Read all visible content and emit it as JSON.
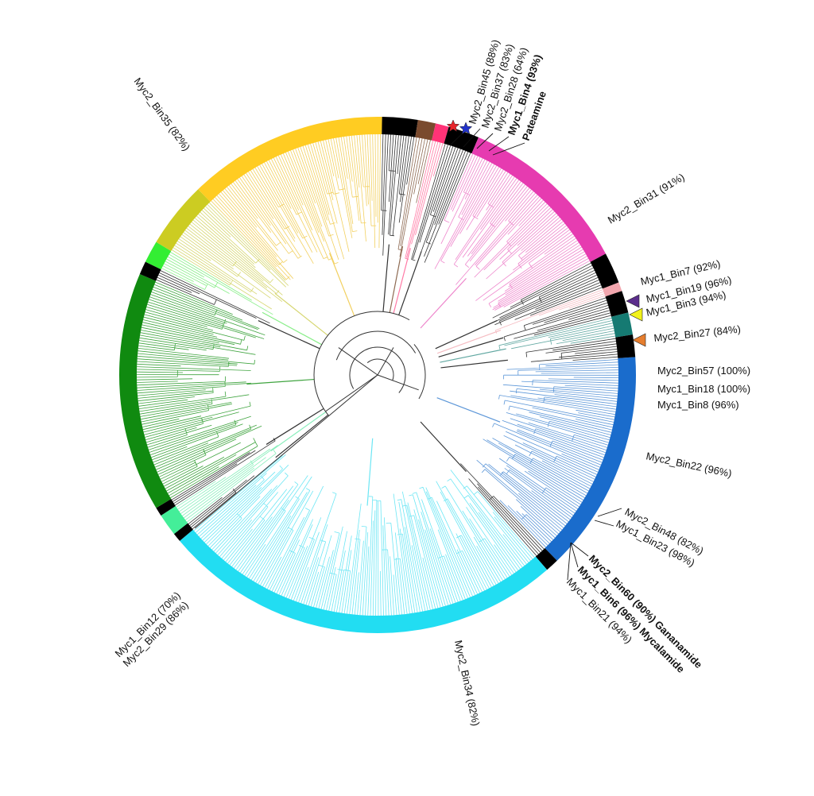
{
  "clades": [
    {
      "id": "gold",
      "color": "#FFCC22",
      "branch": "#F2D060"
    },
    {
      "id": "olive",
      "color": "#CCCC22",
      "branch": "#D6D670"
    },
    {
      "id": "lime",
      "color": "#33EE33",
      "branch": "#88EE88"
    },
    {
      "id": "green",
      "color": "#108A10",
      "branch": "#3FA43F"
    },
    {
      "id": "mint",
      "color": "#44EE99",
      "branch": "#88EEBB"
    },
    {
      "id": "cyan",
      "color": "#22DDF2",
      "branch": "#6CE6F4"
    },
    {
      "id": "blue",
      "color": "#1A6CCC",
      "branch": "#5D97D8"
    },
    {
      "id": "teal",
      "color": "#157A72",
      "branch": "#62A8A2"
    },
    {
      "id": "pink",
      "color": "#F2A6AE",
      "branch": "#F5BCC2"
    },
    {
      "id": "magenta",
      "color": "#E63BB0",
      "branch": "#EE86CC"
    },
    {
      "id": "brown",
      "color": "#7A4A2E",
      "branch": "#8E6A52"
    },
    {
      "id": "rose",
      "color": "#FF3377",
      "branch": "#FF7AA5"
    },
    {
      "id": "black",
      "color": "#000000",
      "branch": "#333333"
    }
  ],
  "markers": {
    "star_red": "#E8252B",
    "star_blue": "#2233CC",
    "tri_purple": "#5B2D8C",
    "tri_yellow": "#F2F21A",
    "tri_orange": "#E67E2E"
  },
  "labels": {
    "bin35": "Myc2_Bin35 (82%)",
    "bin45": "Myc2_Bin45 (88%)",
    "bin37": "Myc2_Bin37 (83%)",
    "bin28": "Myc2_Bin28 (64%)",
    "bin4": "Myc1_Bin4 (93%)",
    "pateamine": "Pateamine",
    "bin31": "Myc2_Bin31 (91%)",
    "bin7": "Myc1_Bin7 (92%)",
    "bin19": "Myc1_Bin19 (96%)",
    "bin3": "Myc1_Bin3 (94%)",
    "bin27": "Myc2_Bin27 (84%)",
    "bin57": "Myc2_Bin57 (100%)",
    "bin18": "Myc1_Bin18 (100%)",
    "bin8": "Myc1_Bin8 (96%)",
    "bin22": "Myc2_Bin22 (96%)",
    "bin48": "Myc2_Bin48 (82%)",
    "bin23": "Myc1_Bin23 (98%)",
    "bin60": "Myc2_Bin60 (90%) Gananamide",
    "bin6": "Myc1_Bin6 (96%) Mycalamide",
    "bin21": "Myc1_Bin21 (94%)",
    "bin34": "Myc2_Bin34 (82%)",
    "bin12": "Myc1_Bin12 (70%)",
    "bin29": "Myc2_Bin29 (86%)"
  }
}
